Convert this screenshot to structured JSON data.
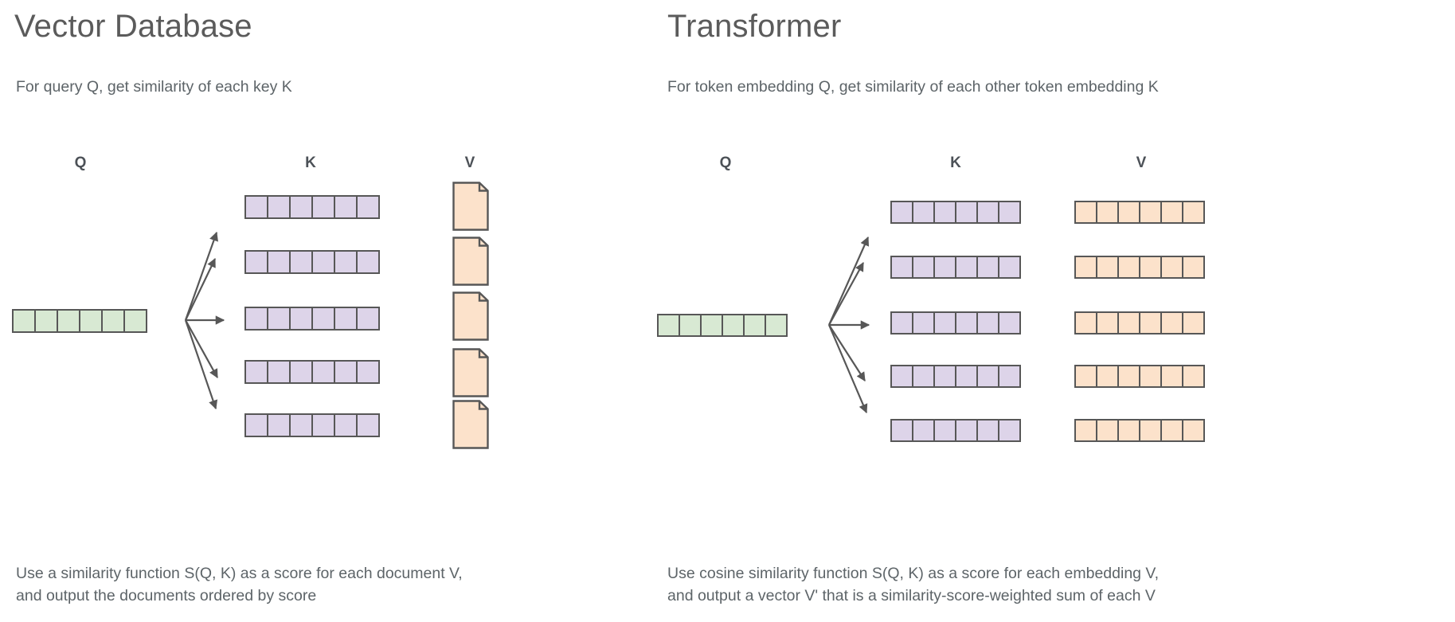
{
  "page": {
    "background": "#ffffff",
    "text_color": "#5d6468",
    "title_color": "#5b5b5b",
    "stroke_color": "#575757"
  },
  "colors": {
    "query_green": "#d8e9d3",
    "key_purple": "#ddd4e9",
    "value_peach": "#fce2cb",
    "outline_gray": "#575757"
  },
  "panels": [
    {
      "id": "vector-database",
      "title": "Vector Database",
      "subtitle": "For query Q, get similarity of each key K",
      "caption": "Use a similarity function S(Q, K) as a score for each document V,\nand output the documents ordered by score",
      "columns": [
        {
          "key": "q",
          "label": "Q"
        },
        {
          "key": "k",
          "label": "K"
        },
        {
          "key": "v",
          "label": "V"
        }
      ],
      "query_vector": {
        "label": "Q",
        "cells": 6,
        "color": "#d8e9d3"
      },
      "key_vectors": [
        {
          "label": "K",
          "cells": 6,
          "color": "#ddd4e9"
        },
        {
          "label": "K",
          "cells": 6,
          "color": "#ddd4e9"
        },
        {
          "label": "K",
          "cells": 6,
          "color": "#ddd4e9"
        },
        {
          "label": "K",
          "cells": 6,
          "color": "#ddd4e9"
        },
        {
          "label": "K",
          "cells": 6,
          "color": "#ddd4e9"
        }
      ],
      "value_items": [
        {
          "label": "V",
          "kind": "document",
          "color": "#fce2cb"
        },
        {
          "label": "V",
          "kind": "document",
          "color": "#fce2cb"
        },
        {
          "label": "V",
          "kind": "document",
          "color": "#fce2cb"
        },
        {
          "label": "V",
          "kind": "document",
          "color": "#fce2cb"
        },
        {
          "label": "V",
          "kind": "document",
          "color": "#fce2cb"
        }
      ],
      "arrow_count": 5
    },
    {
      "id": "transformer",
      "title": "Transformer",
      "subtitle": "For token embedding Q, get similarity of each other token embedding K",
      "caption": "Use cosine similarity function S(Q, K) as a score for each embedding V,\nand output a vector V' that is a similarity-score-weighted sum of each V",
      "columns": [
        {
          "key": "q",
          "label": "Q"
        },
        {
          "key": "k",
          "label": "K"
        },
        {
          "key": "v",
          "label": "V"
        }
      ],
      "query_vector": {
        "label": "Q",
        "cells": 6,
        "color": "#d8e9d3"
      },
      "key_vectors": [
        {
          "label": "K",
          "cells": 6,
          "color": "#ddd4e9"
        },
        {
          "label": "K",
          "cells": 6,
          "color": "#ddd4e9"
        },
        {
          "label": "K",
          "cells": 6,
          "color": "#ddd4e9"
        },
        {
          "label": "K",
          "cells": 6,
          "color": "#ddd4e9"
        },
        {
          "label": "K",
          "cells": 6,
          "color": "#ddd4e9"
        }
      ],
      "value_items": [
        {
          "label": "V",
          "kind": "vector",
          "cells": 6,
          "color": "#fce2cb"
        },
        {
          "label": "V",
          "kind": "vector",
          "cells": 6,
          "color": "#fce2cb"
        },
        {
          "label": "V",
          "kind": "vector",
          "cells": 6,
          "color": "#fce2cb"
        },
        {
          "label": "V",
          "kind": "vector",
          "cells": 6,
          "color": "#fce2cb"
        },
        {
          "label": "V",
          "kind": "vector",
          "cells": 6,
          "color": "#fce2cb"
        }
      ],
      "arrow_count": 5
    }
  ]
}
